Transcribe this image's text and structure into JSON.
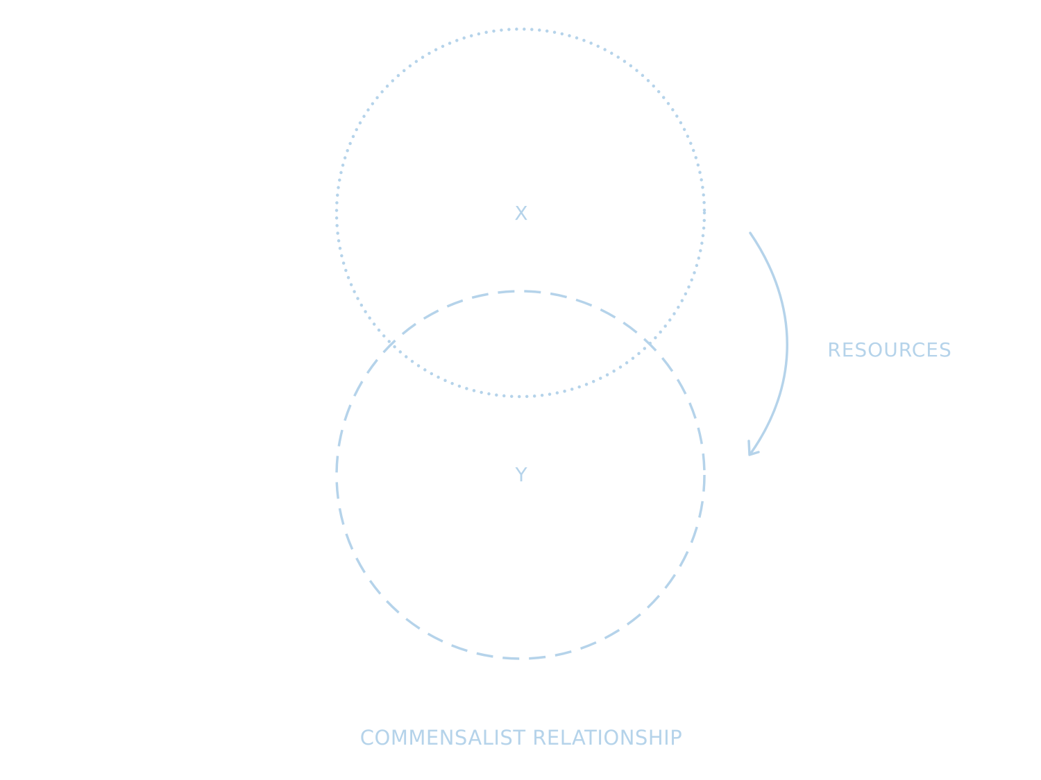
{
  "colors": {
    "line": "#b5d3ea",
    "text": "#b5d3ea",
    "background": "#ffffff"
  },
  "diagram": {
    "organism_x": {
      "label": "X",
      "outline": "dotted"
    },
    "organism_y": {
      "label": "Y",
      "outline": "dashed"
    },
    "flow": {
      "label": "RESOURCES",
      "direction": "X to Y"
    },
    "caption": "COMMENSALIST RELATIONSHIP"
  }
}
